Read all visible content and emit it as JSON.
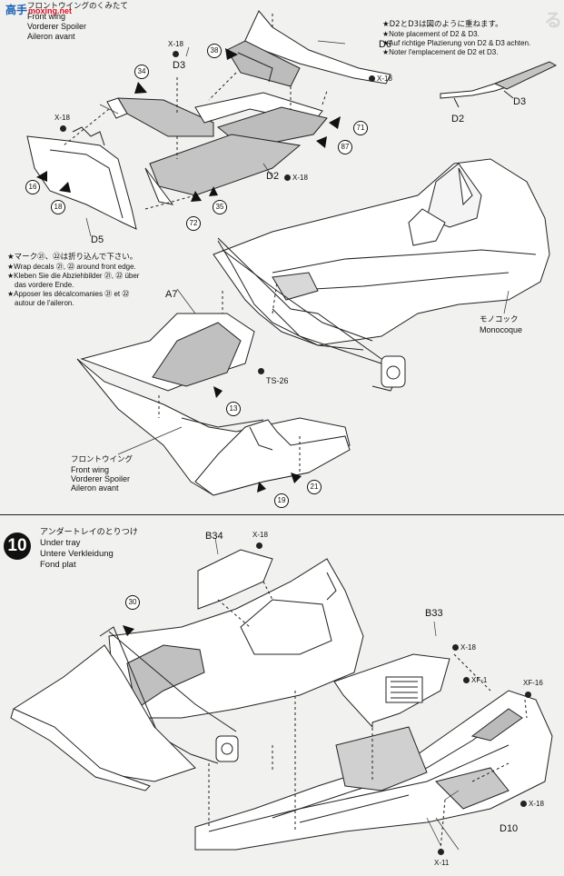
{
  "watermark": {
    "logo": "高手",
    "url": "moxing.net"
  },
  "page_glyph": "る",
  "section9": {
    "heading_jp": "フロントウイングのくみたて",
    "heading_en": "Front wing",
    "heading_de": "Vorderer Spoiler",
    "heading_fr": "Aileron avant"
  },
  "note_d2d3": {
    "jp": "★D2とD3は図のように重ねます。",
    "en": "★Note placement of D2 & D3.",
    "de": "★Auf richtige Plazierung von D2 & D3 achten.",
    "fr": "★Noter l'emplacement de D2 et D3."
  },
  "note_decals": {
    "jp": "★マーク㉑、㉒は折り込んで下さい。",
    "en": "★Wrap decals ㉑, ㉒ around front edge.",
    "de1": "★Kleben Sie die Abziehbilder ㉑, ㉒ über",
    "de2": "das vordere Ende.",
    "fr1": "★Apposer les décalcomanies ㉑ et ㉒",
    "fr2": "autour de l'aileron."
  },
  "parts": {
    "d3_a": "D3",
    "d6": "D6",
    "d3_b": "D3",
    "d2_a": "D2",
    "d2_b": "D2",
    "d5": "D5",
    "a7": "A7",
    "b34": "B34",
    "b33": "B33",
    "d10": "D10"
  },
  "screws": {
    "x18": "X-18",
    "ts26": "TS-26",
    "xf1": "XF-1",
    "xf16": "XF-16",
    "x11": "X-11"
  },
  "decals": {
    "n38": "38",
    "n34": "34",
    "n71": "71",
    "n87": "87",
    "n16": "16",
    "n18": "18",
    "n72": "72",
    "n35": "35",
    "n13": "13",
    "n19": "19",
    "n21": "21",
    "n30": "30"
  },
  "labels": {
    "monocoque_jp": "モノコック",
    "monocoque_en": "Monocoque",
    "fw_jp": "フロントウイング",
    "fw_en": "Front wing",
    "fw_de": "Vorderer Spoiler",
    "fw_fr": "Aileron avant"
  },
  "section10": {
    "step_number": "10",
    "heading_jp": "アンダートレイのとりつけ",
    "heading_en": "Under tray",
    "heading_de": "Untere Verkleidung",
    "heading_fr": "Fond plat"
  }
}
